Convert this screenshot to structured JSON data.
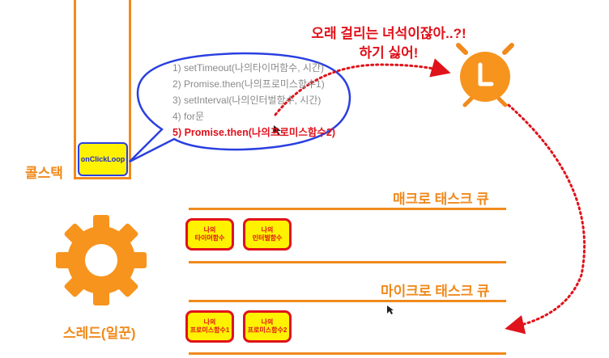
{
  "call_stack": {
    "label": "콜스택",
    "item": "onClickLoop"
  },
  "bubble": {
    "lines": [
      "1) setTimeout(나의타이머함수, 시간)",
      "2) Promise.then(나의프로미스함수1)",
      "3) setInterval(나의인터벌함수, 시간)",
      "4) for문"
    ],
    "highlight": "5) Promise.then(나의프로미스함수2)"
  },
  "comment": {
    "line1": "오래 걸리는 녀석이잖아..?!",
    "line2": "하기 싫어!"
  },
  "timer": {
    "icon": "alarm-clock-icon",
    "letter": "L"
  },
  "macro_queue": {
    "title": "매크로 태스크 큐",
    "tasks": [
      {
        "line1": "나의",
        "line2": "타이머함수"
      },
      {
        "line1": "나의",
        "line2": "인터벌함수"
      }
    ]
  },
  "micro_queue": {
    "title": "마이크로 태스크 큐",
    "tasks": [
      {
        "line1": "나의",
        "line2": "프로미스함수1"
      },
      {
        "line1": "나의",
        "line2": "프로미스함수2"
      }
    ]
  },
  "thread": {
    "label": "스레드(일꾼)",
    "icon": "gear-icon"
  },
  "colors": {
    "orange": "#F08A1C",
    "red": "#E0121B",
    "yellow": "#FFF200",
    "blue": "#2A3FE0"
  }
}
